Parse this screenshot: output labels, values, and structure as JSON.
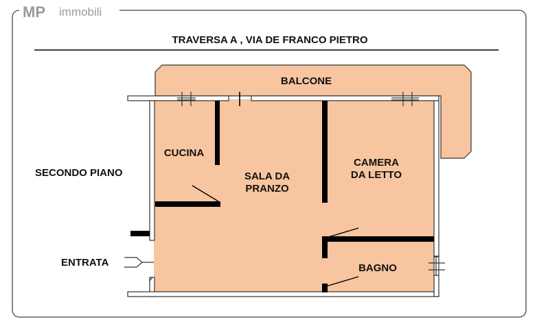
{
  "brand": {
    "mark": "MP",
    "name": "immobili"
  },
  "header": {
    "title": "TRAVERSA A , VIA DE FRANCO PIETRO"
  },
  "floor_label": "SECONDO PIANO",
  "entrance_label": "ENTRATA",
  "rooms": {
    "balcone": "BALCONE",
    "cucina": "CUCINA",
    "sala_line1": "SALA DA",
    "sala_line2": "PRANZO",
    "camera_line1": "CAMERA",
    "camera_line2": "DA LETTO",
    "bagno": "BAGNO"
  },
  "colors": {
    "floor_fill": "#f7c59f",
    "wall": "#000000",
    "frame": "#444444",
    "logo": "#9a9a9a"
  }
}
